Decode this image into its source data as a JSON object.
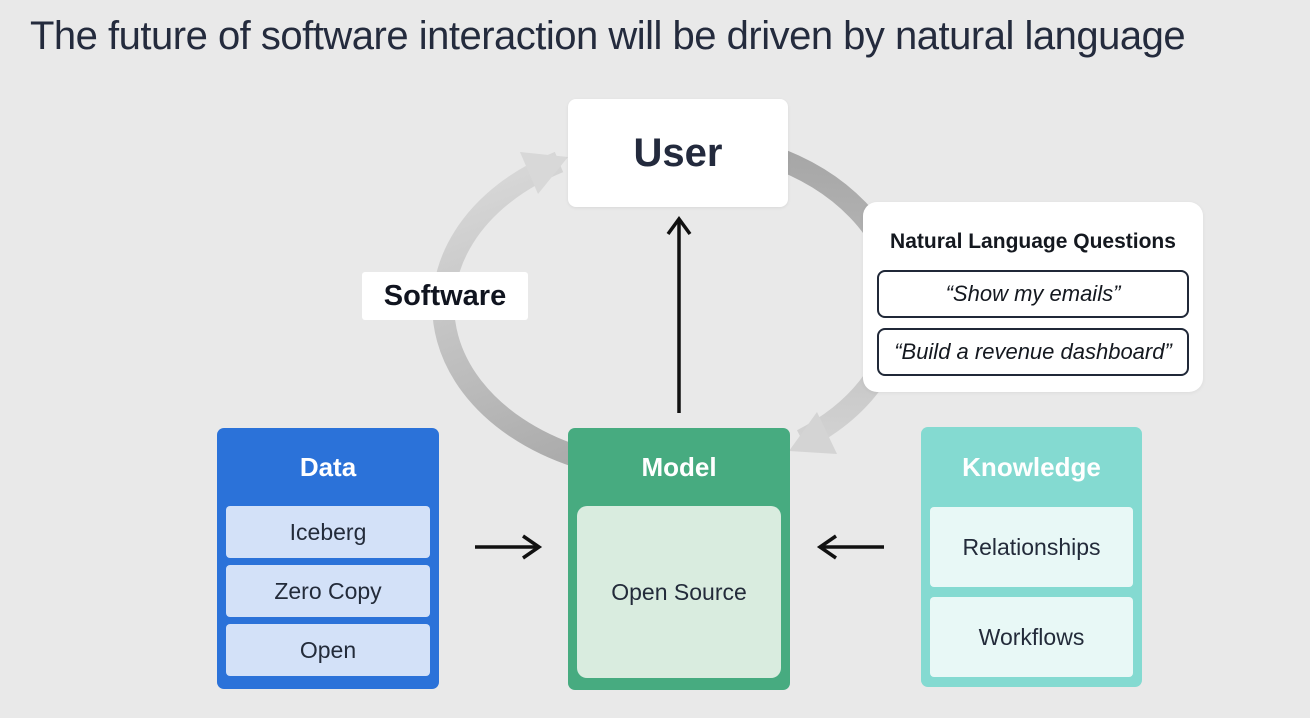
{
  "title": "The future of software interaction will be driven by natural language",
  "diagram": {
    "user_label": "User",
    "software_label": "Software",
    "questions": {
      "title": "Natural Language Questions",
      "items": [
        "“Show my emails”",
        "“Build a revenue dashboard”"
      ]
    },
    "cards": {
      "data": {
        "label": "Data",
        "items": [
          "Iceberg",
          "Zero Copy",
          "Open"
        ]
      },
      "model": {
        "label": "Model",
        "items": [
          "Open Source"
        ]
      },
      "knowledge": {
        "label": "Knowledge",
        "items": [
          "Relationships",
          "Workflows"
        ]
      }
    }
  },
  "colors": {
    "background": "#e9e9e9",
    "title_text": "#242b3d",
    "data_blue": "#2b72d9",
    "data_item_bg": "#d3e1f8",
    "model_green": "#47ab80",
    "model_item_bg": "#d9ecdf",
    "knowledge_teal": "#84dad1",
    "knowledge_item_bg": "#e8f8f6",
    "cycle_arrow_dark": "#a6a6a6",
    "cycle_arrow_light": "#d7d7d7",
    "straight_arrow": "#111111"
  }
}
